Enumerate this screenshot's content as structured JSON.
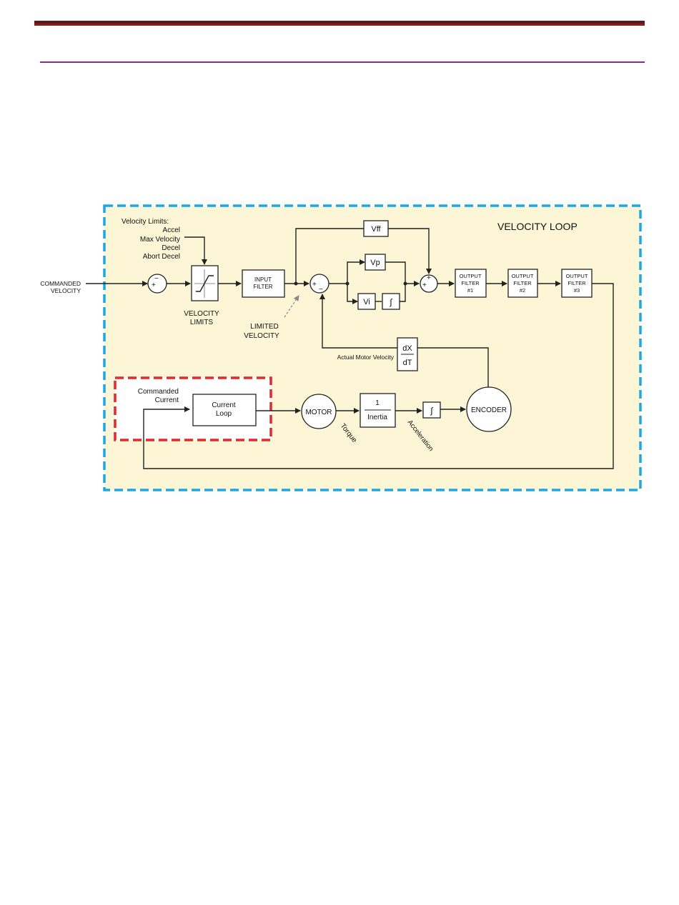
{
  "colors": {
    "panel_fill": "#fcf6d6",
    "panel_border": "#1ea7e1",
    "highlight_border": "#e0282e",
    "header_rule_dark": "#5a1a1a",
    "header_rule_purple": "#8a2a8a"
  },
  "diagram": {
    "title": "VELOCITY LOOP",
    "commanded_velocity": [
      "COMMANDED",
      "VELOCITY"
    ],
    "velocity_limits_list": [
      "Velocity Limits:",
      "Accel",
      "Max Velocity",
      "Decel",
      "Abort Decel"
    ],
    "velocity_limits_caption": [
      "VELOCITY",
      "LIMITS"
    ],
    "input_filter": [
      "INPUT",
      "FILTER"
    ],
    "limited_velocity": [
      "LIMITED",
      "VELOCITY"
    ],
    "vff": "Vff",
    "vp": "Vp",
    "vi": "Vi",
    "integral": "∫",
    "output_filters": [
      [
        "OUTPUT",
        "FILTER",
        "#1"
      ],
      [
        "OUTPUT",
        "FILTER",
        "#2"
      ],
      [
        "OUTPUT",
        "FILTER",
        "#3"
      ]
    ],
    "actual_motor_velocity": "Actual Motor Velocity",
    "dx": "dX",
    "dt": "dT",
    "commanded_current": [
      "Commanded",
      "Current"
    ],
    "current_loop": [
      "Current",
      "Loop"
    ],
    "motor": "MOTOR",
    "torque": "Torque",
    "one": "1",
    "inertia": "Inertia",
    "acceleration": "Acceleration",
    "integral2": "∫",
    "encoder": "ENCODER",
    "plus": "+",
    "minus": "−"
  }
}
